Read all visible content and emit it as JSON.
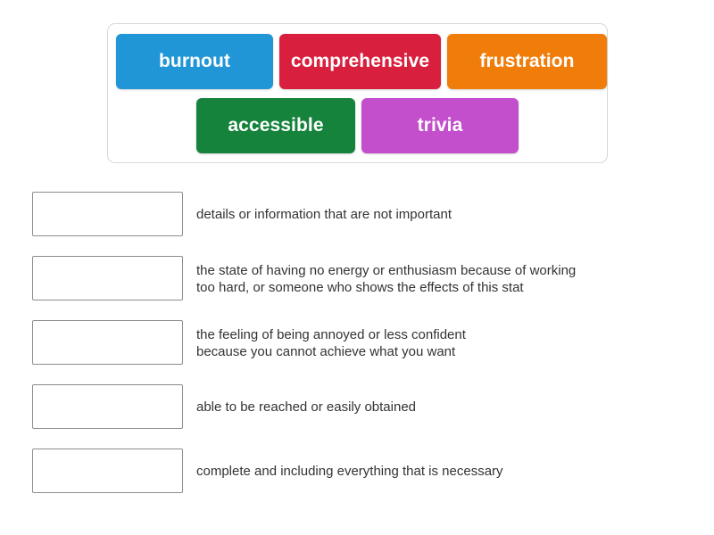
{
  "activity": {
    "type": "match-up",
    "background_color": "#ffffff"
  },
  "word_bank": {
    "border_color": "#d8d8d8",
    "rows": [
      {
        "tiles": [
          {
            "label": "burnout",
            "color": "#2196d6",
            "icon": "word-tile"
          },
          {
            "label": "comprehensive",
            "color": "#d81f3d",
            "icon": "word-tile"
          },
          {
            "label": "frustration",
            "color": "#f07d0a",
            "icon": "word-tile"
          }
        ]
      },
      {
        "tiles": [
          {
            "label": "accessible",
            "color": "#15833c",
            "icon": "word-tile"
          },
          {
            "label": "trivia",
            "color": "#c34fcd",
            "icon": "word-tile"
          }
        ]
      }
    ]
  },
  "definitions": {
    "drop_box_border_color": "#8d8d8d",
    "text_color": "#333333",
    "items": [
      {
        "answer_value": "",
        "text": "details or information that are not important"
      },
      {
        "answer_value": "",
        "text": "the state of having no energy or enthusiasm because of working\ntoo hard, or someone who shows the effects of this stat"
      },
      {
        "answer_value": "",
        "text": "the feeling of being annoyed or less confident\nbecause you cannot achieve what you want"
      },
      {
        "answer_value": "",
        "text": "able to be reached or easily obtained"
      },
      {
        "answer_value": "",
        "text": "complete and including everything that is necessary"
      }
    ]
  }
}
